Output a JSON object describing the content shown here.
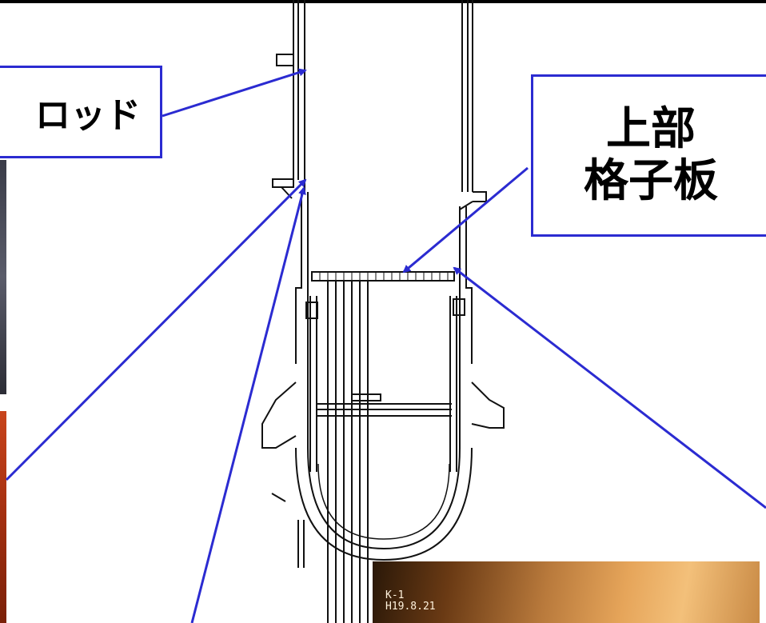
{
  "labels": {
    "rod_label": "ロッド",
    "upper_grid_line1": "上部",
    "upper_grid_line2": "格子板"
  },
  "photo_stamp": {
    "line1": "K-1",
    "line2": "H19.8.21"
  },
  "colors": {
    "arrow": "#2b2bd1",
    "box_border": "#2b2bd1",
    "drawing_line": "#111111"
  }
}
